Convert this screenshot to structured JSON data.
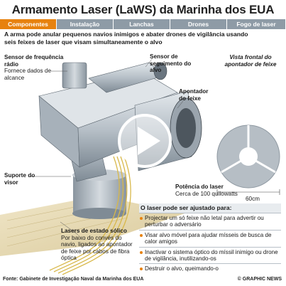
{
  "title": "Armamento Laser (LaWS) da Marinha dos EUA",
  "tabs": [
    {
      "label": "Componentes",
      "active": true
    },
    {
      "label": "Instalação",
      "active": false
    },
    {
      "label": "Lanchas",
      "active": false
    },
    {
      "label": "Drones",
      "active": false
    },
    {
      "label": "Fogo de laser",
      "active": false
    }
  ],
  "intro": "A arma pode anular pequenos navios inimigos e abater drones de vigilância usando seis feixes de laser que visam simultaneamente o alvo",
  "labels": {
    "sensor_radio_title": "Sensor de frequência rádio",
    "sensor_radio_desc": "Fornece dados de alcance",
    "sensor_tracking_title": "Sensor de seguimento do alvo",
    "front_view_title": "Vista frontal do apontador de feixe",
    "dimension": "60cm",
    "beam_director_title": "Apontador do feixe",
    "mount_title": "Suporte do visor",
    "power_title": "Potência do laser",
    "power_desc": "Cerca de 100 quilowatts",
    "solid_state_title": "Lasers de estado sólico",
    "solid_state_desc": "Por baixo do convés do navio, ligados ao apontador de feixe por cabos de fibra óptica"
  },
  "adjust": {
    "heading": "O laser pode ser ajustado para:",
    "items": [
      "Projectar um só feixe não letal para advertir ou perturbar o adversário",
      "Visar alvo móvel para ajudar mísseis de busca de calor amigos",
      "Inactivar o sistema óptico do míssil inimigo ou drone de vigilância, inutilizando-os",
      "Destruir o alvo, queimando-o"
    ]
  },
  "footer": "Fonte: Gabinete de Investigação Naval da Marinha dos EUA",
  "credit": "© GRAPHIC NEWS",
  "colors": {
    "accent": "#e7820f",
    "tab_bg": "#8e9ba6",
    "metal": "#b9c2ca",
    "cable": "#d8b84a"
  }
}
